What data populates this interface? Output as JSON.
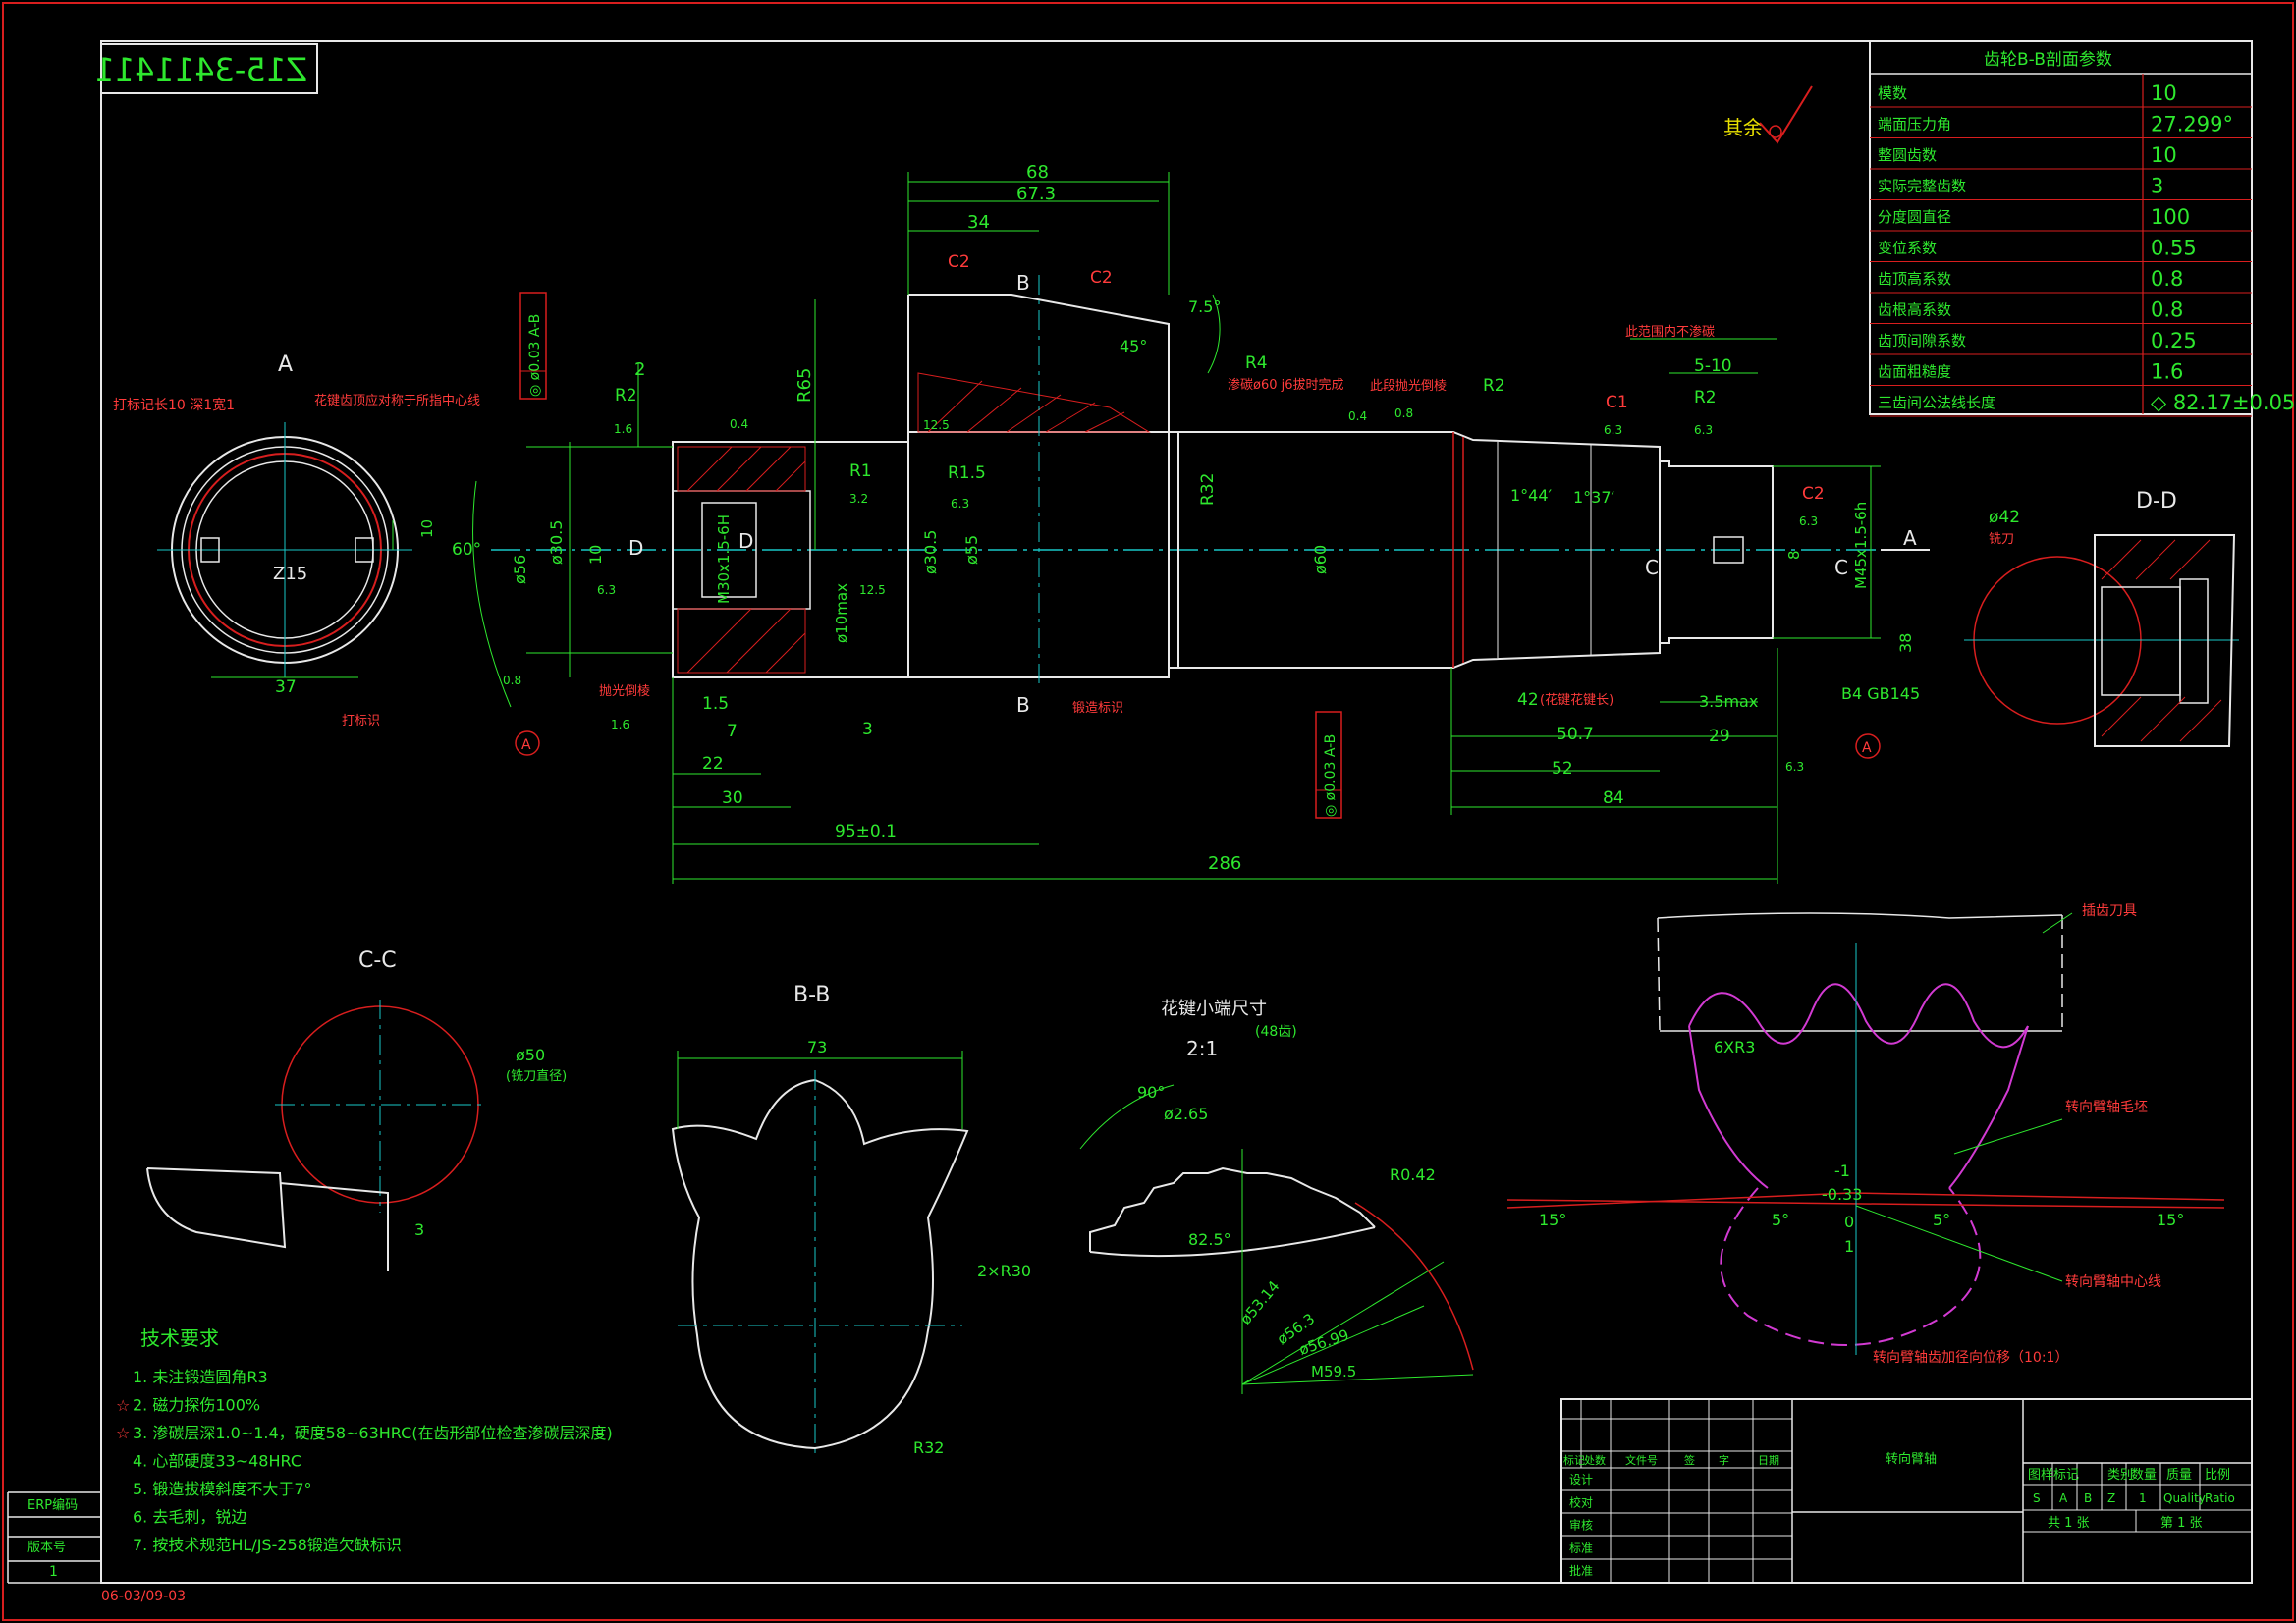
{
  "drawing_number": "Z15-3411411",
  "surface_note": "其余",
  "gear_table": {
    "title": "齿轮B-B剖面参数",
    "rows": [
      {
        "label": "模数",
        "value": "10"
      },
      {
        "label": "端面压力角",
        "value": "27.299°"
      },
      {
        "label": "整圆齿数",
        "value": "10"
      },
      {
        "label": "实际完整齿数",
        "value": "3"
      },
      {
        "label": "分度圆直径",
        "value": "100"
      },
      {
        "label": "变位系数",
        "value": "0.55"
      },
      {
        "label": "齿顶高系数",
        "value": "0.8"
      },
      {
        "label": "齿根高系数",
        "value": "0.8"
      },
      {
        "label": "齿顶间隙系数",
        "value": "0.25"
      },
      {
        "label": "齿面粗糙度",
        "value": "1.6"
      },
      {
        "label": "三齿间公法线长度",
        "value": "◇ 82.17±0.05"
      }
    ]
  },
  "views": {
    "view_a": "A",
    "view_dd": "D-D",
    "view_cc": "C-C",
    "view_bb": "B-B",
    "spline_detail": "花键小端尺寸",
    "spline_scale": "2:1",
    "spline_teeth": "(48齿)"
  },
  "dims": {
    "d68": "68",
    "d673": "67.3",
    "d34": "34",
    "d65": "R65",
    "d2": "2",
    "r2a": "R2",
    "r1": "R1",
    "r15": "R1.5",
    "r4": "R4",
    "r2b": "R2",
    "r2c": "R2",
    "r32": "R32",
    "d305a": "ø30.5",
    "d305b": "ø30.5",
    "d55": "ø55",
    "d56": "ø56",
    "d10": "10",
    "m30": "M30x1.5-6H",
    "d10max": "ø10max",
    "d60": "ø60",
    "a144": "1°44′",
    "a137": "1°37′",
    "m45": "M45x1.5-6h",
    "d8": "8",
    "d510": "5-10",
    "d15": "1.5",
    "d7": "7",
    "d22": "22",
    "d30": "30",
    "d3": "3",
    "d95": "95±0.1",
    "d286": "286",
    "d42": "42",
    "spline_len": "(花键花键长)",
    "d35max": "3.5max",
    "d507": "50.7",
    "d29": "29",
    "d52": "52",
    "d84": "84",
    "b4": "B4  GB145",
    "d75": "7.5°",
    "a45": "45°",
    "c2a": "C2",
    "c2b": "C2",
    "c2c": "C2",
    "c1": "C1",
    "a60": "60°",
    "d37": "37",
    "da10": "10",
    "z15": "Z15",
    "d42b": "ø42",
    "d38": "38",
    "d50": "ø50",
    "d50note": "(铣刀直径)",
    "d3b": "3",
    "d73": "73",
    "r30": "2×R30",
    "r32b": "R32",
    "a90": "90°",
    "d265": "ø2.65",
    "r042": "R0.42",
    "a825": "82.5°",
    "d5314": "ø53.14",
    "d563": "ø56.3",
    "d5699": "ø56.99",
    "m595": "M59.5",
    "r6x3": "6XR3",
    "n1": "-1",
    "n033": "-0.33",
    "n0": "0",
    "n1b": "1",
    "a15l": "15°",
    "a5l": "5°",
    "a5r": "5°",
    "a15r": "15°",
    "tol1": "◎ ø0.03 A-B",
    "tol2": "◎ ø0.03 A-B",
    "lbl_a": "A",
    "lbl_b1": "B",
    "lbl_b2": "B",
    "lbl_c1": "C",
    "lbl_c2": "C",
    "lbl_d1": "D",
    "lbl_d2": "D",
    "lbl_arrowA": "A",
    "circ_a1": "A",
    "circ_a2": "A",
    "rough63": "6.3",
    "rough16": "1.6",
    "rough125": "12.5",
    "rough32": "3.2",
    "rough04": "0.4",
    "rough08": "0.8"
  },
  "notes_red": {
    "n1": "打标记长10 深1宽1",
    "n2": "花键齿顶应对称于所指中心线",
    "n3": "打标识",
    "n4": "抛光倒棱",
    "n5": "锻造标识",
    "n6": "此段抛光倒棱",
    "n7": "此范围内不渗碳",
    "n8": "渗碳ø60 j6拔时完成",
    "n9": "插齿刀具",
    "n10": "转向臂轴毛坯",
    "n11": "转向臂轴中心线",
    "n12": "转向臂轴齿加径向位移（10:1）",
    "n13": "铣刀"
  },
  "tech": {
    "title": "技术要求",
    "items": [
      "1.  未注锻造圆角R3",
      "2.  磁力探伤100%",
      "3.  渗碳层深1.0~1.4，硬度58~63HRC(在齿形部位检查渗碳层深度)",
      "4.  心部硬度33~48HRC",
      "5.  锻造拔模斜度不大于7°",
      "6.  去毛刺，锐边",
      "7.  按技术规范HL/JS-258锻造欠缺标识"
    ]
  },
  "title_block": {
    "part_name": "转向臂轴",
    "hdr": [
      "标记",
      "处数",
      "文件号",
      "签",
      "字",
      "日期"
    ],
    "roles": [
      "设计",
      "校对",
      "审核",
      "标准",
      "批准"
    ],
    "hdr2": [
      "图样标记",
      "类别",
      "数量",
      "质量",
      "比例"
    ],
    "vals": [
      "S",
      "A",
      "B",
      "Z",
      "1",
      "Quality",
      "Ratio"
    ],
    "sheet_total": "共  1  张",
    "sheet_no": "第  1  张"
  },
  "left_strip": {
    "erp": "ERP编码",
    "version": "版本号",
    "version_no": "1"
  },
  "date_code": "06-03/09-03"
}
